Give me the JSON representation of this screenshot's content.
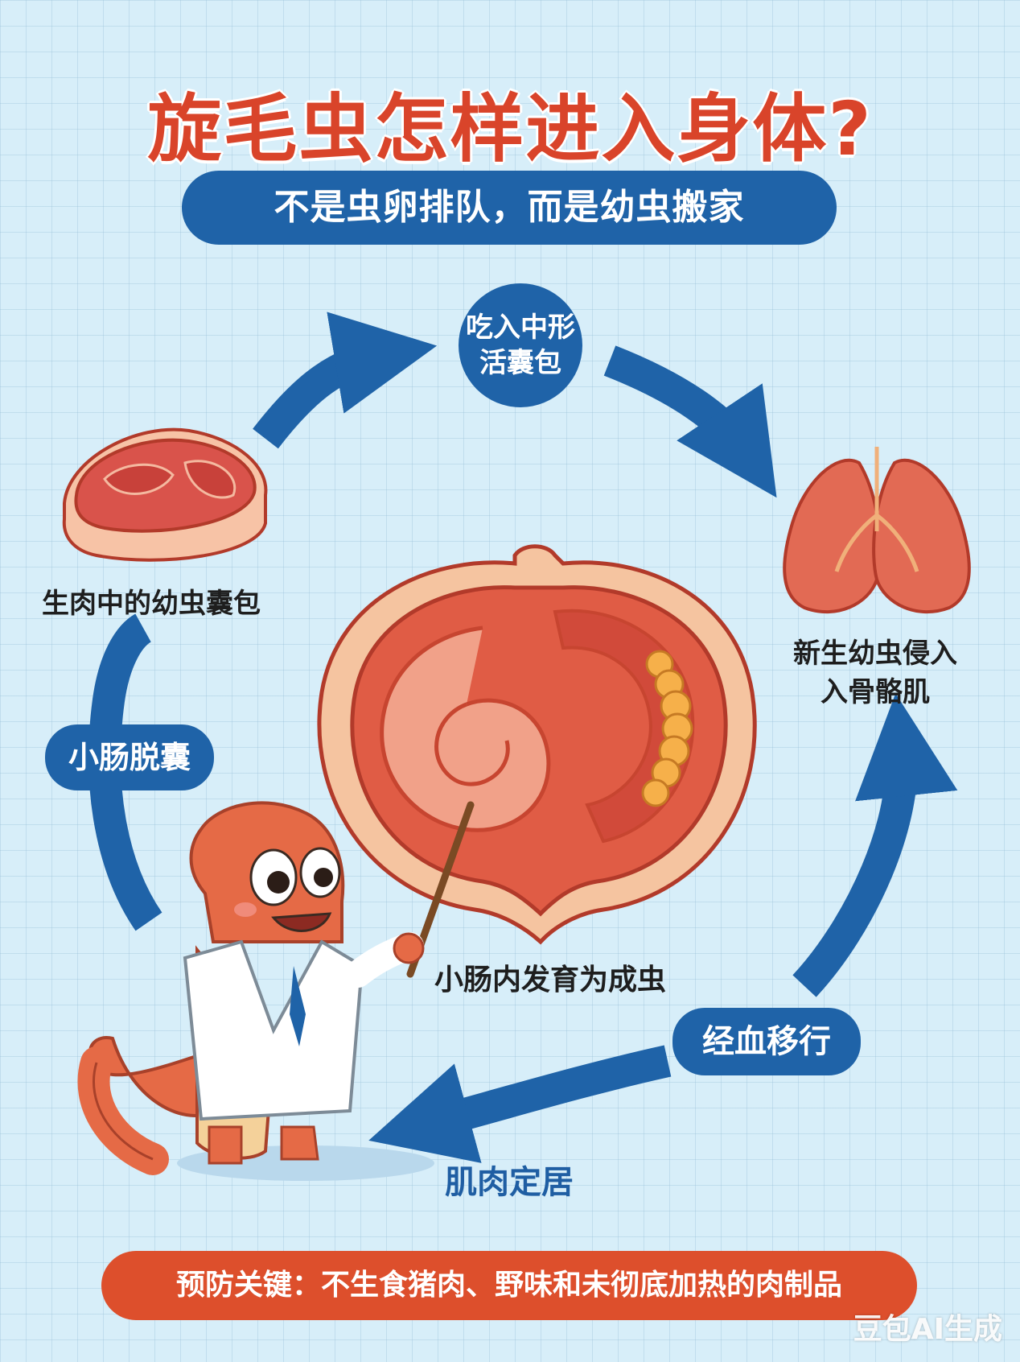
{
  "title": "旋毛虫怎样进入身体?",
  "subtitle": "不是虫卵排队，而是幼虫搬家",
  "steps": {
    "top_circle": [
      "吃入中形",
      "活囊包"
    ],
    "left_raw_meat": "生肉中的幼虫囊包",
    "right_lungs": [
      "新生幼虫侵入",
      "入骨骼肌"
    ],
    "left_pill": "小肠脱囊",
    "center_intestine": "小肠内发育为成虫",
    "right_pill": "经血移行",
    "bottom_settle": "肌肉定居"
  },
  "prevention": "预防关键：不生食猪肉、野味和未彻底加热的肉制品",
  "watermark": "豆包AI生成",
  "colors": {
    "background": "#d7eef9",
    "title_red": "#d9442a",
    "blue": "#1f63a8",
    "bottom_red": "#dd4f2c"
  },
  "icons": [
    "raw-meat-icon",
    "lungs-icon",
    "intestine-illustration",
    "worm-doctor-mascot",
    "cycle-arrow-icon"
  ]
}
